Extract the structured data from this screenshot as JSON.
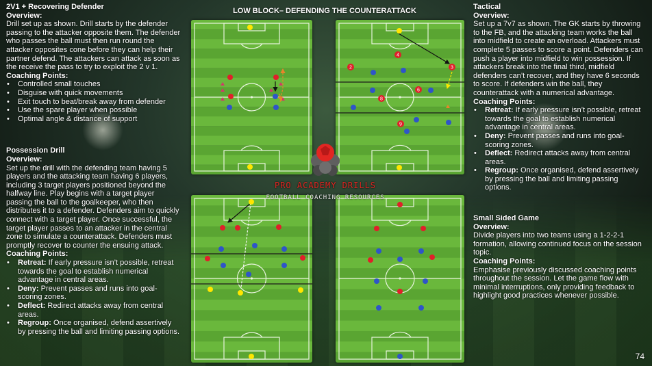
{
  "page": {
    "title": "LOW BLOCK– DEFENDING THE COUNTERATTACK",
    "page_number": "74"
  },
  "logo": {
    "title": "PRO ACADEMY DRILLS",
    "subtitle": "FOOTBALL COACHING RESOURCES"
  },
  "colors": {
    "red_team": "#e0202a",
    "blue_team": "#2f55c8",
    "yellow_team": "#ffe600",
    "accent_arrow": "#e8842a",
    "cone": "#d2386a"
  },
  "sections": {
    "two_v_one": {
      "title": "2V1 + Recovering Defender",
      "overview_label": "Overview:",
      "overview": "Drill set up as shown. Drill starts by the defender passing to the attacker opposite them. The defender who passes the ball must then run round the attacker opposites cone before they can help their partner defend. The attackers can attack as soon as the receive the pass to try to exploit the 2 v 1.",
      "points_label": "Coaching Points:",
      "points": [
        "Controlled small touches",
        "Disguise with quick movements",
        "Exit touch to beat/break away from defender",
        "Use the spare player when possible",
        "Optimal angle & distance of support"
      ]
    },
    "possession": {
      "title": "Possession Drill",
      "overview_label": "Overview:",
      "overview": "Set up the drill with the defending team having 5 players and the attacking team having 6 players, including 3 target players positioned beyond the halfway line. Play begins with a target player passing the ball to the goalkeeper, who then distributes it to a defender. Defenders aim to quickly connect with a target player. Once successful, the target player passes to an attacker in the central zone to simulate a counterattack. Defenders must promptly recover to counter the ensuing attack.",
      "points_label": "Coaching Points:",
      "points": [
        {
          "strong": "Retreat:",
          "text": " If early pressure isn’t possible, retreat towards the goal to establish numerical advantage in central areas."
        },
        {
          "strong": "Deny:",
          "text": " Prevent passes and runs into goal-scoring zones."
        },
        {
          "strong": "Deflect:",
          "text": " Redirect attacks away from central areas."
        },
        {
          "strong": "Regroup:",
          "text": " Once organised, defend assertively by pressing the ball and limiting passing options."
        }
      ]
    },
    "tactical": {
      "title": "Tactical",
      "overview_label": "Overview:",
      "overview": "Set up a 7v7 as shown. The GK starts by throwing to the FB, and the attacking team works the ball into midfield to create an overload. Attackers must complete 5 passes to score a point. Defenders can push a player into midfield to win possession. If attackers break into the final third, midfield defenders can’t recover, and they have 6 seconds to score. If defenders win the ball, they counterattack with a numerical advantage.",
      "points_label": "Coaching Points:",
      "points": [
        {
          "strong": "Retreat:",
          "text": " If early pressure isn’t possible, retreat towards the goal to establish numerical advantage in central areas."
        },
        {
          "strong": "Deny:",
          "text": " Prevent passes and runs into goal-scoring zones."
        },
        {
          "strong": "Deflect:",
          "text": " Redirect attacks away from central areas."
        },
        {
          "strong": "Regroup:",
          "text": " Once organised, defend assertively by pressing the ball and limiting passing options."
        }
      ]
    },
    "small_sided": {
      "title": "Small Sided Game",
      "overview_label": "Overview:",
      "overview": "Divide players into two teams using a 1-2-2-1 formation, allowing continued focus on the session topic.",
      "points_label": "Coaching Points:",
      "points_text": "Emphasise previously discussed coaching points throughout the session. Let the game flow with minimal interruptions, only providing feedback to highlight good practices whenever possible."
    }
  },
  "diagrams": {
    "tactical_player_numbers": [
      "2",
      "4",
      "3",
      "6",
      "8",
      "9"
    ]
  }
}
